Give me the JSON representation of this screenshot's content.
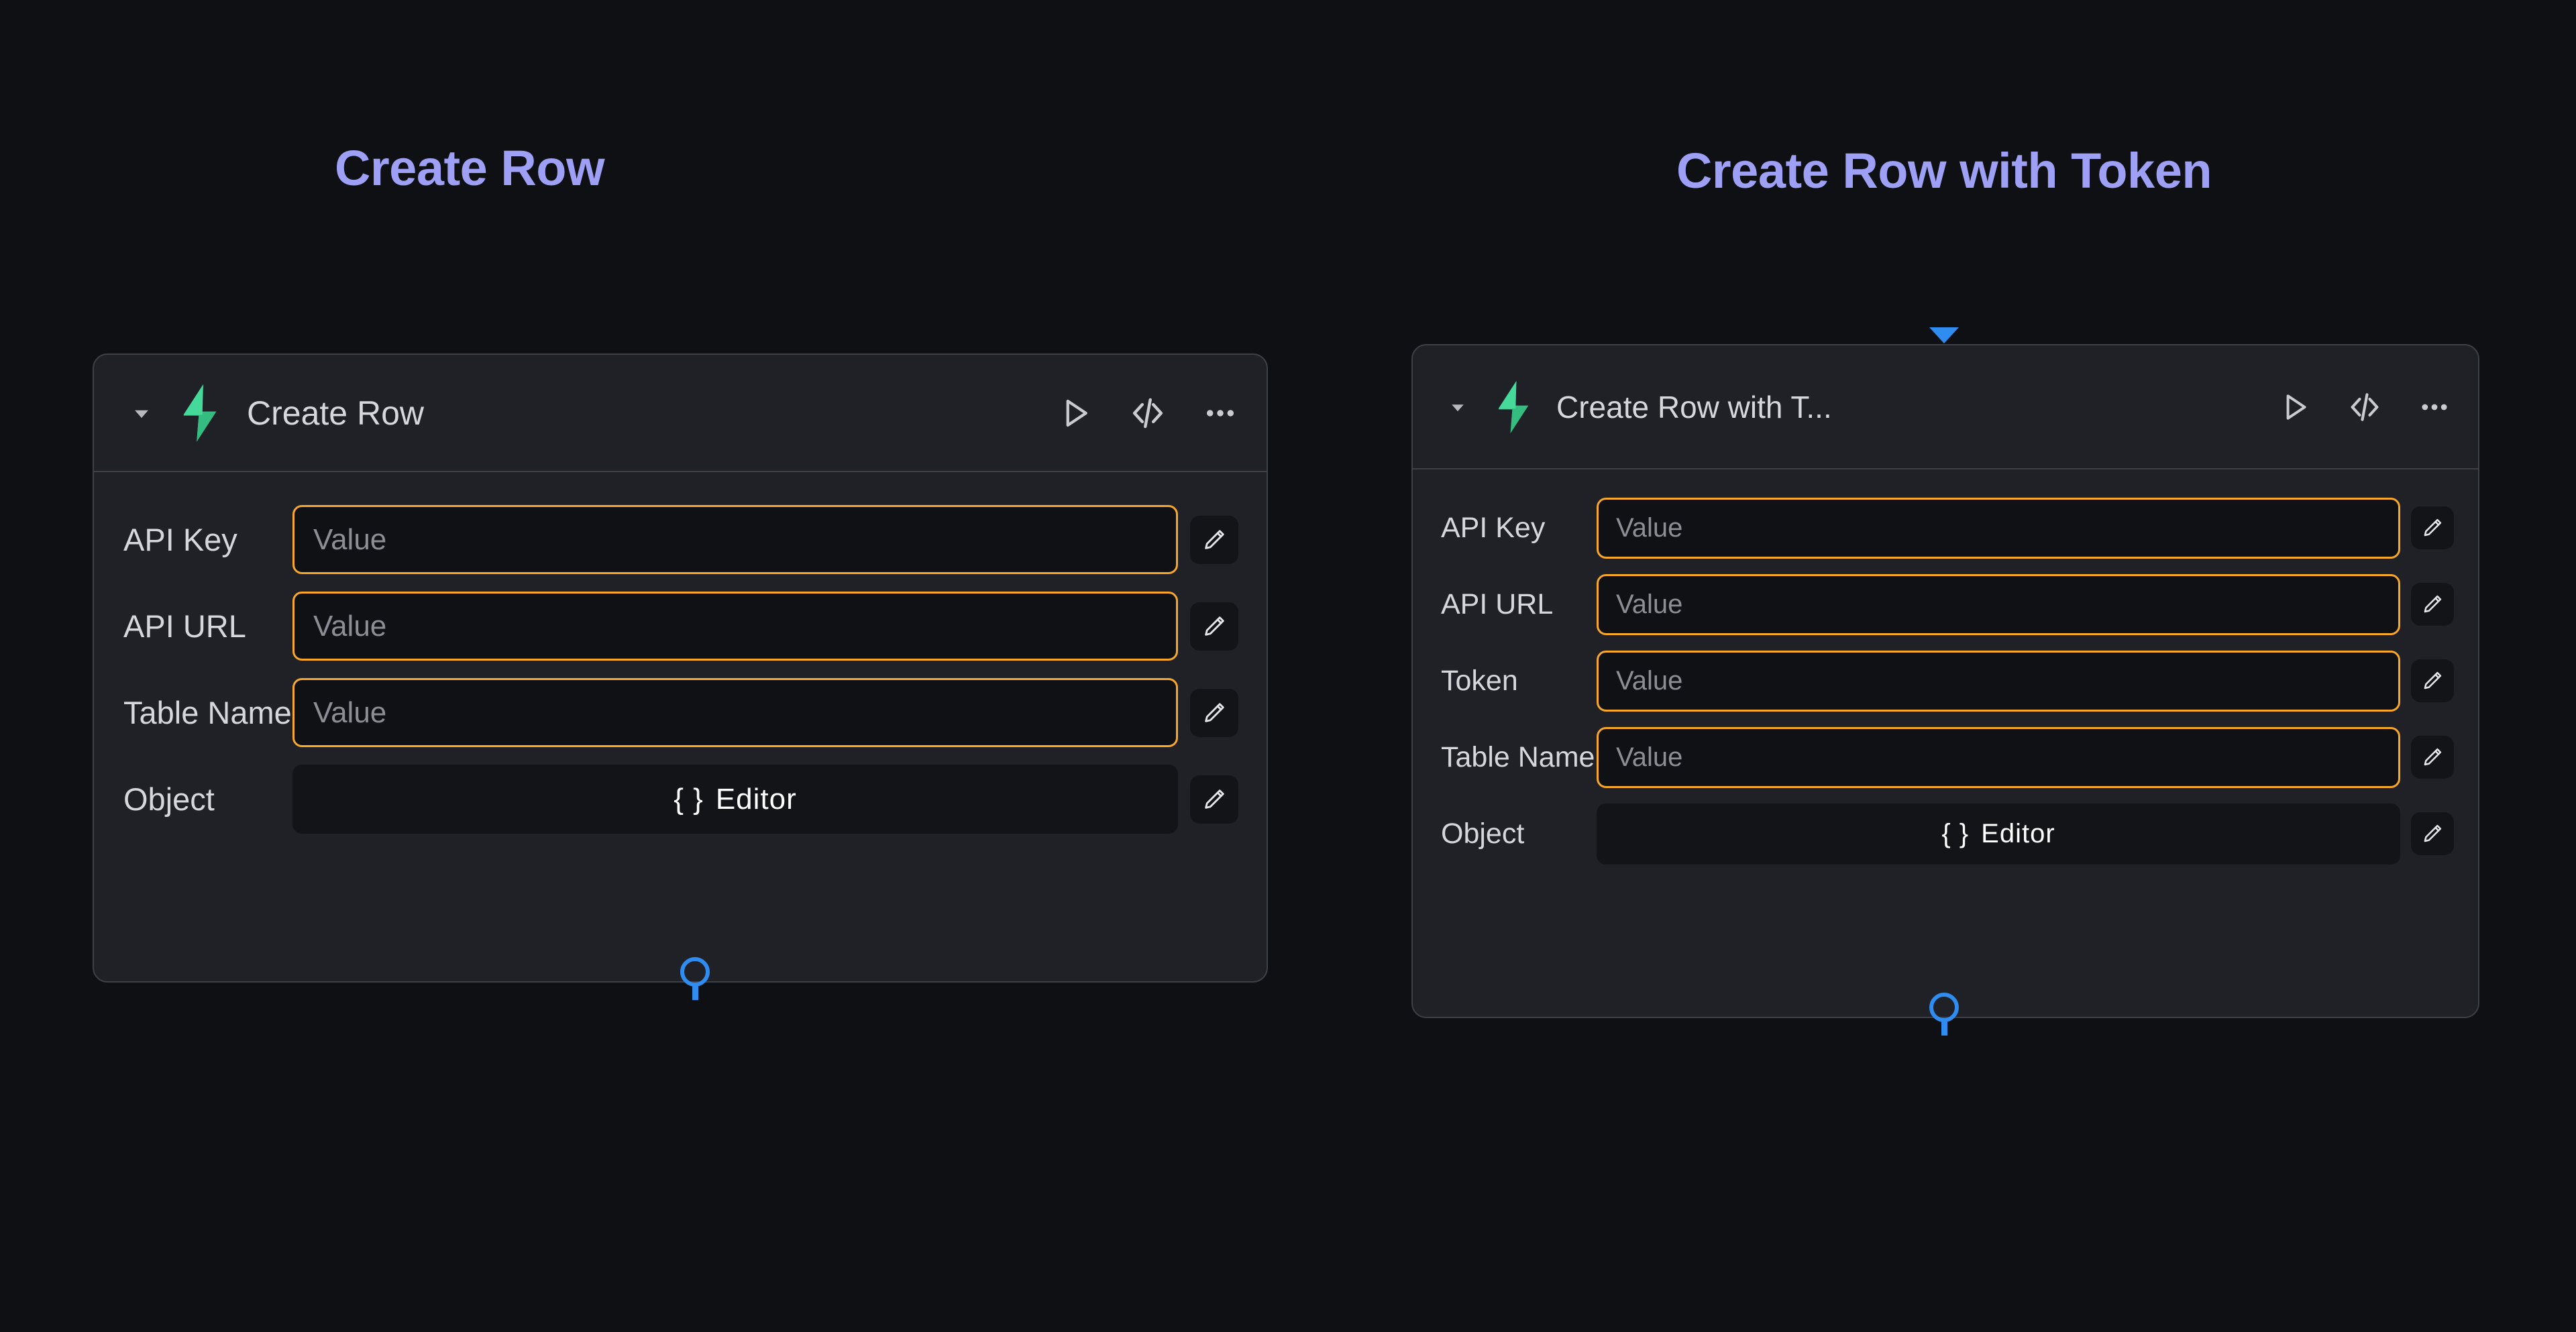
{
  "page": {
    "background": "#0f1014",
    "accent_purple": "#9ea0f6",
    "accent_orange": "#f7a72a",
    "accent_blue": "#2f8cf0",
    "brand_green": "#3ecf8e"
  },
  "sections": [
    {
      "title": "Create Row",
      "node": {
        "title": "Create Row",
        "brand_icon": "supabase-lightning-icon",
        "caret_icon": "chevron-down-icon",
        "actions": [
          {
            "name": "run-button",
            "icon": "play-icon"
          },
          {
            "name": "code-button",
            "icon": "code-brackets-icon"
          },
          {
            "name": "more-button",
            "icon": "ellipsis-icon"
          }
        ],
        "rows": [
          {
            "label": "API Key",
            "type": "input",
            "value": "",
            "placeholder": "Value",
            "edit_icon": "pencil-icon"
          },
          {
            "label": "API URL",
            "type": "input",
            "value": "",
            "placeholder": "Value",
            "edit_icon": "pencil-icon"
          },
          {
            "label": "Table Name",
            "type": "input",
            "value": "",
            "placeholder": "Value",
            "edit_icon": "pencil-icon"
          },
          {
            "label": "Object",
            "type": "button",
            "brace": "{ }",
            "button_label": "Editor",
            "edit_icon": "pencil-icon"
          }
        ],
        "output_connector": "output-port",
        "input_connector": null
      }
    },
    {
      "title": "Create Row with Token",
      "node": {
        "title": "Create Row with T...",
        "brand_icon": "supabase-lightning-icon",
        "caret_icon": "chevron-down-icon",
        "actions": [
          {
            "name": "run-button",
            "icon": "play-icon"
          },
          {
            "name": "code-button",
            "icon": "code-brackets-icon"
          },
          {
            "name": "more-button",
            "icon": "ellipsis-icon"
          }
        ],
        "rows": [
          {
            "label": "API Key",
            "type": "input",
            "value": "",
            "placeholder": "Value",
            "edit_icon": "pencil-icon"
          },
          {
            "label": "API URL",
            "type": "input",
            "value": "",
            "placeholder": "Value",
            "edit_icon": "pencil-icon"
          },
          {
            "label": "Token",
            "type": "input",
            "value": "",
            "placeholder": "Value",
            "edit_icon": "pencil-icon"
          },
          {
            "label": "Table Name",
            "type": "input",
            "value": "",
            "placeholder": "Value",
            "edit_icon": "pencil-icon"
          },
          {
            "label": "Object",
            "type": "button",
            "brace": "{ }",
            "button_label": "Editor",
            "edit_icon": "pencil-icon"
          }
        ],
        "output_connector": "output-port",
        "input_connector": "input-port"
      }
    }
  ]
}
